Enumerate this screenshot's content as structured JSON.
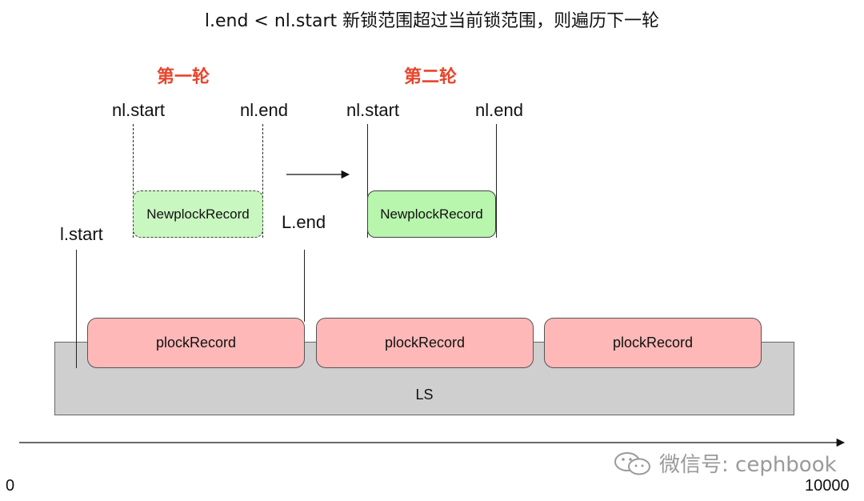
{
  "title": "l.end < nl.start 新锁范围超过当前锁范围，则遍历下一轮",
  "round1": {
    "label": "第一轮",
    "nl_start": "nl.start",
    "nl_end": "nl.end",
    "new_record": "NewplockRecord"
  },
  "round2": {
    "label": "第二轮",
    "nl_start": "nl.start",
    "nl_end": "nl.end",
    "new_record": "NewplockRecord"
  },
  "lock": {
    "l_start": "l.start",
    "l_end": "L.end"
  },
  "records": [
    "plockRecord",
    "plockRecord",
    "plockRecord"
  ],
  "ls_label": "LS",
  "axis": {
    "min": "0",
    "max": "10000"
  },
  "watermark": "微信号: cephbook",
  "colors": {
    "round_label": "#e8452c",
    "plock_fill": "#ffb8b8",
    "new_fill": "#c8f7c0",
    "ls_fill": "#cfcfcf"
  }
}
